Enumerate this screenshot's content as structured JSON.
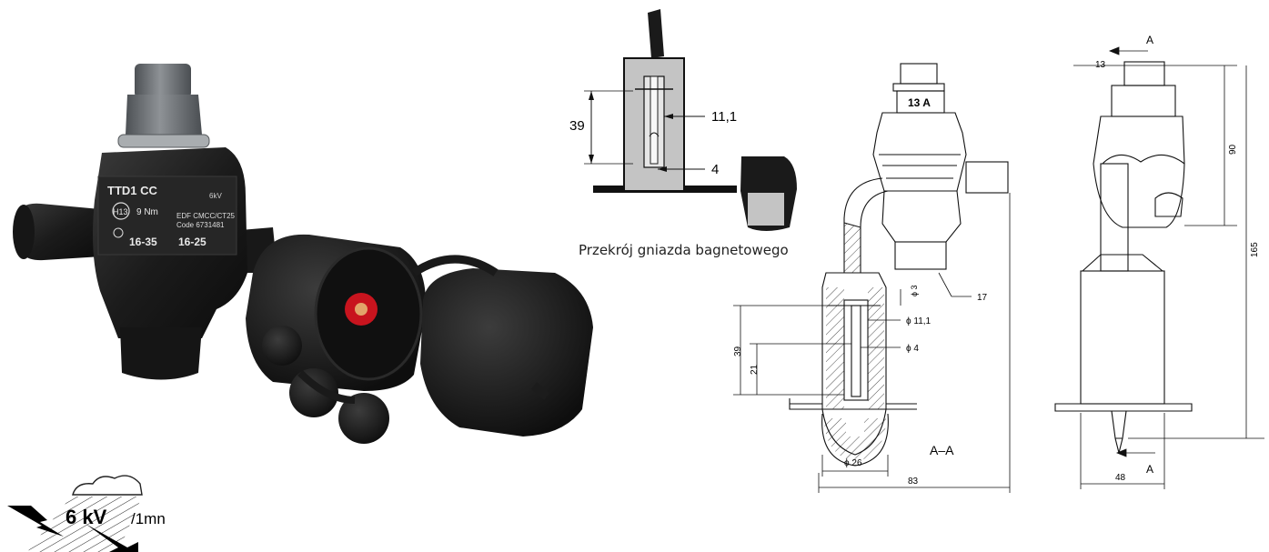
{
  "product": {
    "body_label": "TTD1 CC",
    "hex_label": "H13",
    "torque": "9 Nm",
    "range_main": "16-35",
    "range_branch": "16-25",
    "voltage_mark": "6kV",
    "edf_line1": "EDF CMCC/CT25",
    "edf_line2": "Code 6731481"
  },
  "socket_section": {
    "caption": "Przekrój gniazda bagnetowego",
    "dim_height": "39",
    "dim_bore": "11,1",
    "dim_pin": "4"
  },
  "drawing_section": {
    "nut_label": "13 A",
    "dim_3": "ϕ 3",
    "dim_11": "ϕ 11,1",
    "dim_4": "ϕ 4",
    "dim_17": "17",
    "dim_39": "39",
    "dim_21": "21",
    "dim_26": "ϕ 26",
    "dim_83": "83",
    "section_label": "A–A"
  },
  "drawing_side": {
    "arrow_label_top": "A",
    "arrow_label_bottom": "A",
    "dim_13": "13",
    "dim_90": "90",
    "dim_165": "165",
    "dim_48": "48"
  },
  "badge": {
    "voltage": "6 kV",
    "unit": "/1mn"
  },
  "colors": {
    "body": "#1c1c1c",
    "bolt": "#6e7276",
    "socket_pin": "#c8141e",
    "section_fill": "#c4c4c4"
  }
}
